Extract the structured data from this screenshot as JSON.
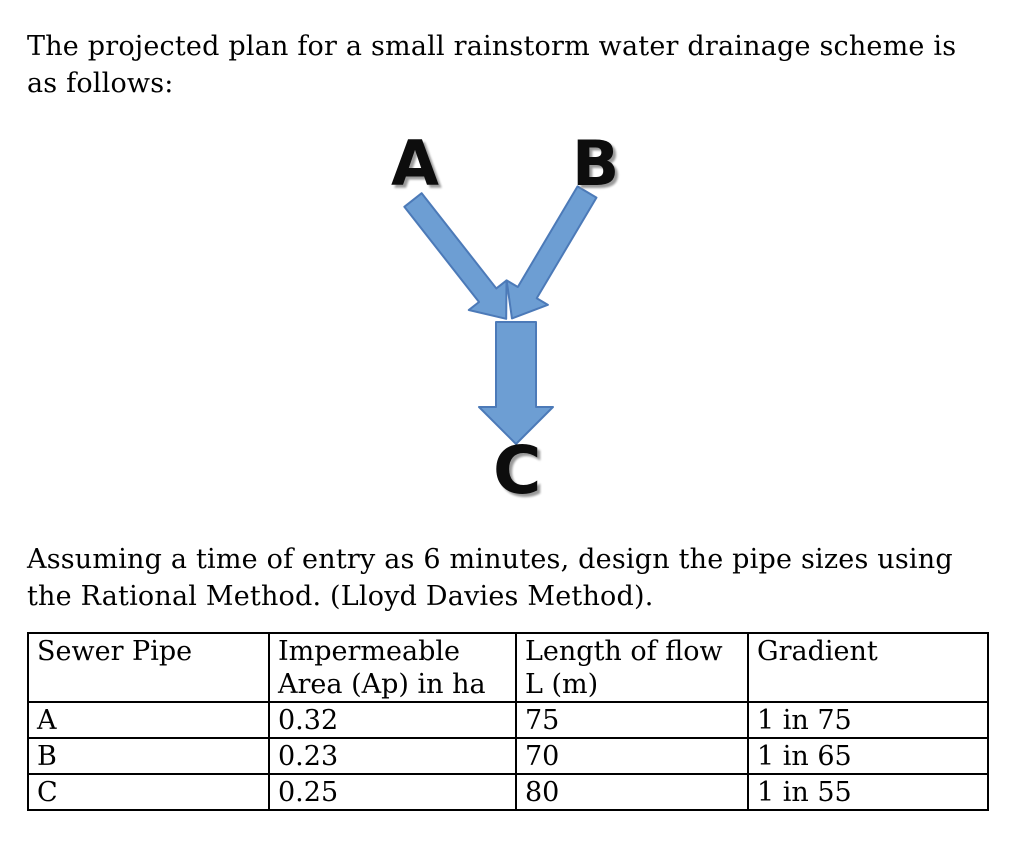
{
  "page": {
    "background_color": "#ffffff",
    "text_color": "#000000",
    "intro_paragraph": "The projected plan for a small rainstorm water drainage scheme is\nas follows:",
    "instruction_paragraph": "Assuming a time of entry as 6 minutes, design the pipe sizes using\nthe Rational Method. (Lloyd Davies Method)."
  },
  "diagram": {
    "labels": {
      "a": "A",
      "b": "B",
      "c": "C"
    },
    "arrow_fill_color": "#6d9ed3",
    "arrow_stroke_color": "#4c7ab8"
  },
  "table": {
    "headers": [
      "Sewer Pipe",
      "Impermeable\nArea (Ap) in ha",
      "Length of flow\nL (m)",
      "Gradient"
    ],
    "rows": [
      [
        "A",
        "0.32",
        "75",
        "1 in 75"
      ],
      [
        "B",
        "0.23",
        "70",
        "1 in 65"
      ],
      [
        "C",
        "0.25",
        "80",
        "1 in 55"
      ]
    ]
  }
}
